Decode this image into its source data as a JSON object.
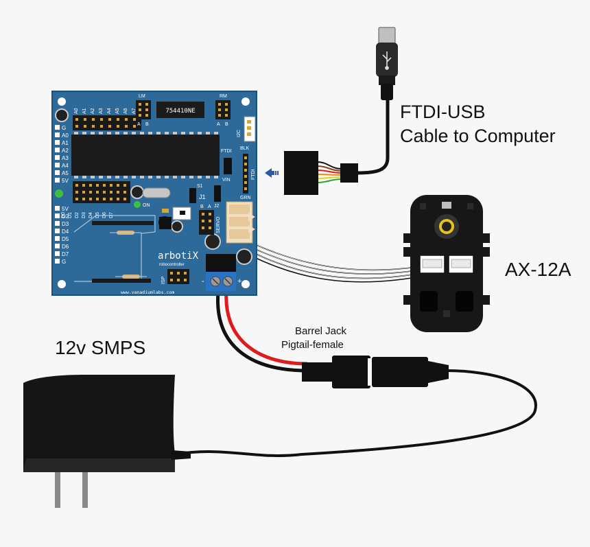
{
  "labels": {
    "ftdi_line1": "FTDI-USB",
    "ftdi_line2": "Cable to Computer",
    "servo": "AX-12A",
    "jack_line1": "Barrel Jack",
    "jack_line2": "Pigtail-female",
    "psu": "12v SMPS"
  },
  "board": {
    "brand": "arbotiX",
    "sub": "robocontroller",
    "url": "www.vanadiumlabs.com",
    "chip": "754410NE",
    "analog_top": [
      "A0",
      "A1",
      "A2",
      "A3",
      "A4",
      "A5",
      "A6",
      "A7"
    ],
    "digital_top": [
      "D0",
      "D1",
      "D2",
      "D3",
      "D4",
      "D5",
      "D6",
      "D7"
    ],
    "left_top_pins": [
      "G",
      "A0",
      "A1",
      "A2",
      "A3",
      "A4",
      "A5",
      "5V"
    ],
    "left_bottom_pins": [
      "5V",
      "D2",
      "D3",
      "D4",
      "D5",
      "D6",
      "D7",
      "G"
    ],
    "lm": "LM",
    "rm": "RM",
    "a": "A",
    "b": "B",
    "i2c": "I2C",
    "ftdi": "FTDI",
    "blk": "BLK",
    "grn": "GRN",
    "vin": "VIN",
    "s1": "S1",
    "j1": "J1",
    "j2": "J2",
    "on": "ON",
    "servo": "SERVO",
    "isp": "ISP",
    "plus": "+",
    "minus": "-"
  },
  "colors": {
    "board": "#2d6a99",
    "board_edge": "#1d4f78",
    "silk": "#ffffff",
    "header": "#1a1a1a",
    "pin": "#d9a531",
    "terminal": "#2a73c4",
    "led": "#3fbf3f",
    "wire_red": "#e01b1b",
    "wire_black": "#111111",
    "background": "#f7f7f7"
  },
  "icons": [
    "usb-trident-icon",
    "arrow-left-icon"
  ]
}
